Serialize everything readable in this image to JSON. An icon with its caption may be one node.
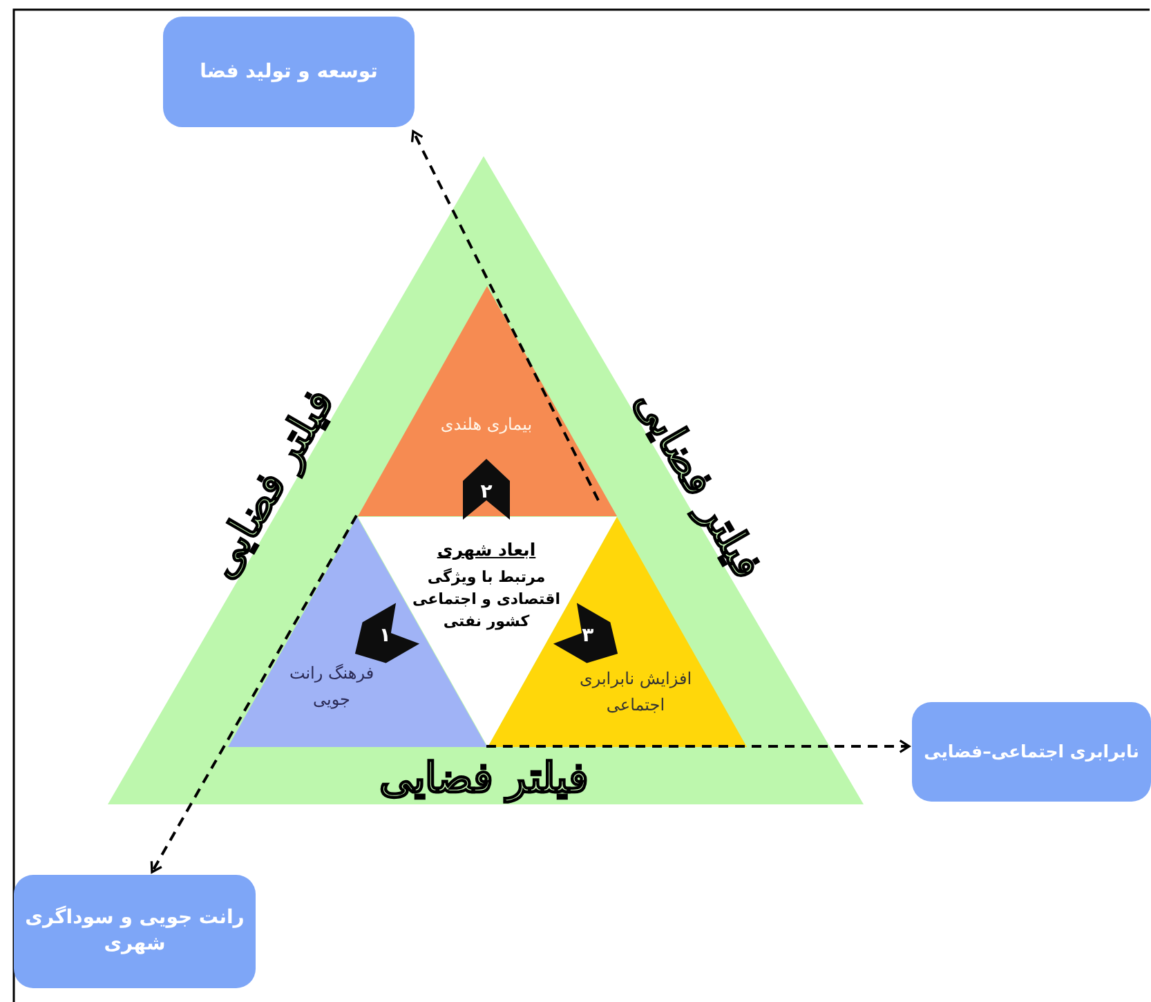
{
  "diagram": {
    "nodes": [
      {
        "text": [
          "توسعه و تولید فضا"
        ]
      },
      {
        "text": [
          "فیلتر فضایی",
          "فیلتر فضایی",
          "فیلتر فضایی"
        ]
      },
      {
        "text": [
          "بیماری هلندی"
        ],
        "in": 1
      },
      {
        "text": [
          "ابعاد شهری",
          "مرتبط با ویژگی اقتصادی و اجتماعی کشور نفتی"
        ],
        "in": 1
      },
      {
        "text": [
          "فرهنگ رانت جویی"
        ],
        "in": 1
      },
      {
        "text": [
          "افزایش نابرابری اجتماعی"
        ],
        "in": 1
      },
      {
        "text": [
          "نابرابری اجتماعی–فضایی"
        ]
      },
      {
        "text": [
          "رانت جویی و سوداگری شهری"
        ]
      }
    ],
    "edges": [
      {
        "from": 2,
        "to": 0,
        "arrow": "to",
        "style": "dashed"
      },
      {
        "from": 5,
        "to": 6,
        "arrow": "to",
        "style": "dashed"
      },
      {
        "from": 4,
        "to": 7,
        "arrow": "to",
        "style": "dashed"
      }
    ],
    "labels": [
      "۲",
      "۱",
      "۳"
    ]
  }
}
